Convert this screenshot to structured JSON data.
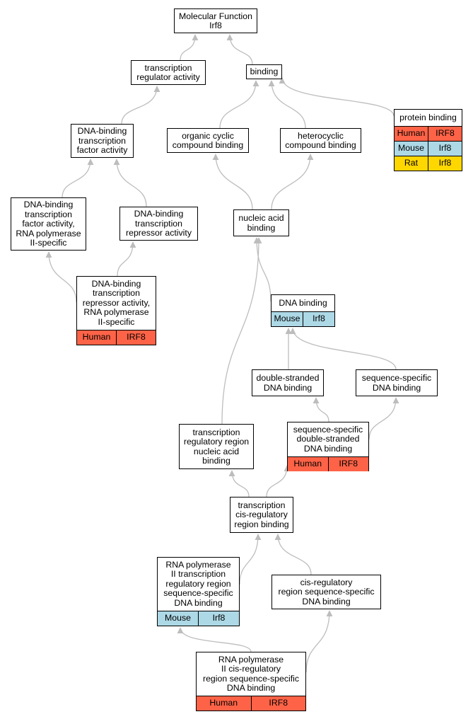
{
  "colors": {
    "Human": "#ff6347",
    "Mouse": "#add8e6",
    "Rat": "#ffd700",
    "edge": "#bdbdbd"
  },
  "nodes": [
    {
      "id": "mf",
      "label": "Molecular Function\nIrf8",
      "annotations": []
    },
    {
      "id": "tra",
      "label": "transcription\nregulator activity",
      "annotations": []
    },
    {
      "id": "binding",
      "label": "binding",
      "annotations": []
    },
    {
      "id": "pb",
      "label": "protein binding",
      "annotations": [
        {
          "species": "Human",
          "gene": "IRF8"
        },
        {
          "species": "Mouse",
          "gene": "Irf8"
        },
        {
          "species": "Rat",
          "gene": "Irf8"
        }
      ]
    },
    {
      "id": "dbtfa",
      "label": "DNA-binding\ntranscription\nfactor activity",
      "annotations": []
    },
    {
      "id": "ocb",
      "label": "organic cyclic\ncompound binding",
      "annotations": []
    },
    {
      "id": "hcb",
      "label": "heterocyclic\ncompound binding",
      "annotations": []
    },
    {
      "id": "dbtfa2",
      "label": "DNA-binding\ntranscription\nfactor activity,\nRNA polymerase\nII-specific",
      "annotations": []
    },
    {
      "id": "dbtra",
      "label": "DNA-binding\ntranscription\nrepressor activity",
      "annotations": []
    },
    {
      "id": "nab",
      "label": "nucleic acid\nbinding",
      "annotations": []
    },
    {
      "id": "dbtra2",
      "label": "DNA-binding\ntranscription\nrepressor activity,\nRNA polymerase\nII-specific",
      "annotations": [
        {
          "species": "Human",
          "gene": "IRF8"
        }
      ]
    },
    {
      "id": "dnab",
      "label": "DNA binding",
      "annotations": [
        {
          "species": "Mouse",
          "gene": "Irf8"
        }
      ]
    },
    {
      "id": "dsdb",
      "label": "double-stranded\nDNA binding",
      "annotations": []
    },
    {
      "id": "ssdb",
      "label": "sequence-specific\nDNA binding",
      "annotations": []
    },
    {
      "id": "trrnab",
      "label": "transcription\nregulatory region\nnucleic acid\nbinding",
      "annotations": []
    },
    {
      "id": "ssdsdb",
      "label": "sequence-specific\ndouble-stranded\nDNA binding",
      "annotations": [
        {
          "species": "Human",
          "gene": "IRF8"
        }
      ]
    },
    {
      "id": "tcrrb",
      "label": "transcription\ncis-regulatory\nregion binding",
      "annotations": []
    },
    {
      "id": "rnap2",
      "label": "RNA polymerase\nII transcription\nregulatory region\nsequence-specific\nDNA binding",
      "annotations": [
        {
          "species": "Mouse",
          "gene": "Irf8"
        }
      ]
    },
    {
      "id": "crrss",
      "label": "cis-regulatory\nregion sequence-specific\nDNA binding",
      "annotations": []
    },
    {
      "id": "rnap2cis",
      "label": "RNA polymerase\nII cis-regulatory\nregion sequence-specific\nDNA binding",
      "annotations": [
        {
          "species": "Human",
          "gene": "IRF8"
        }
      ]
    }
  ],
  "edges": [
    {
      "from": "tra",
      "to": "mf"
    },
    {
      "from": "binding",
      "to": "mf"
    },
    {
      "from": "pb",
      "to": "binding"
    },
    {
      "from": "dbtfa",
      "to": "tra"
    },
    {
      "from": "ocb",
      "to": "binding"
    },
    {
      "from": "hcb",
      "to": "binding"
    },
    {
      "from": "dbtfa2",
      "to": "dbtfa"
    },
    {
      "from": "dbtra",
      "to": "dbtfa"
    },
    {
      "from": "nab",
      "to": "ocb"
    },
    {
      "from": "nab",
      "to": "hcb"
    },
    {
      "from": "dbtra2",
      "to": "dbtfa2"
    },
    {
      "from": "dbtra2",
      "to": "dbtra"
    },
    {
      "from": "dnab",
      "to": "nab"
    },
    {
      "from": "dsdb",
      "to": "dnab"
    },
    {
      "from": "ssdb",
      "to": "dnab"
    },
    {
      "from": "trrnab",
      "to": "nab"
    },
    {
      "from": "ssdsdb",
      "to": "dsdb"
    },
    {
      "from": "ssdsdb",
      "to": "ssdb"
    },
    {
      "from": "tcrrb",
      "to": "trrnab"
    },
    {
      "from": "tcrrb",
      "to": "ssdsdb"
    },
    {
      "from": "rnap2",
      "to": "tcrrb"
    },
    {
      "from": "crrss",
      "to": "tcrrb"
    },
    {
      "from": "rnap2cis",
      "to": "rnap2"
    },
    {
      "from": "rnap2cis",
      "to": "crrss"
    }
  ]
}
